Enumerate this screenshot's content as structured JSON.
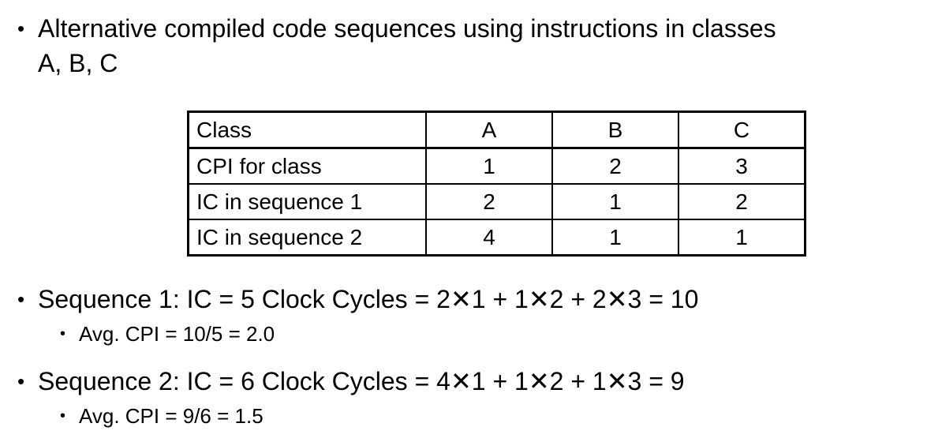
{
  "slide": {
    "bullet_glyph": "•",
    "colors": {
      "text": "#000000",
      "background": "#ffffff",
      "table_border": "#000000"
    },
    "intro": {
      "line1": "Alternative compiled code sequences using instructions in classes",
      "line2": "A, B, C"
    },
    "table": {
      "header": [
        "Class",
        "A",
        "B",
        "C"
      ],
      "rows": [
        {
          "label": "CPI for class",
          "values": [
            "1",
            "2",
            "3"
          ]
        },
        {
          "label": "IC in sequence 1",
          "values": [
            "2",
            "1",
            "2"
          ]
        },
        {
          "label": "IC in sequence 2",
          "values": [
            "4",
            "1",
            "1"
          ]
        }
      ]
    },
    "sequence1": {
      "text": "Sequence 1: IC = 5 Clock Cycles = 2✕1 + 1✕2 + 2✕3 = 10",
      "sub": "Avg. CPI = 10/5 = 2.0"
    },
    "sequence2": {
      "text": "Sequence 2: IC = 6 Clock Cycles = 4✕1 + 1✕2 + 1✕3 = 9",
      "sub": "Avg. CPI = 9/6 = 1.5"
    }
  }
}
